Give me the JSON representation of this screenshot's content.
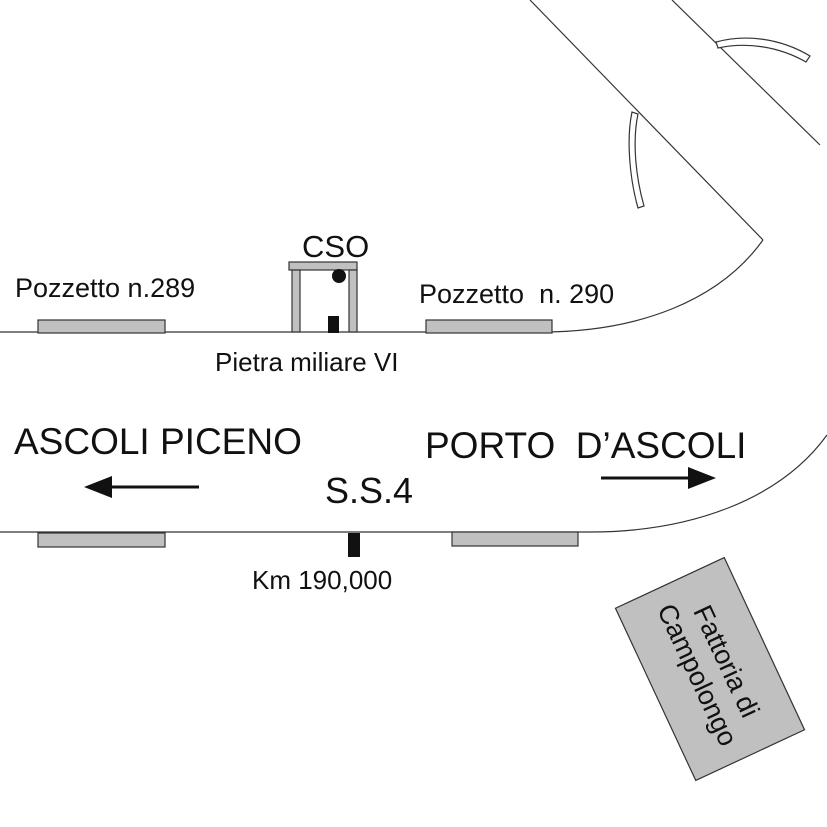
{
  "labels": {
    "cso": "CSO",
    "pozzetto_289": "Pozzetto n.289",
    "pozzetto_290": "Pozzetto  n. 290",
    "pietra_miliare": "Pietra miliare VI",
    "ascoli_piceno": "ASCOLI PICENO",
    "porto_dascoli": "PORTO  D’ASCOLI",
    "road_name": "S.S.4",
    "km_marker": "Km 190,000",
    "fattoria_line1": "Fattoria di",
    "fattoria_line2": "Campolongo"
  },
  "colors": {
    "slab_fill": "#c0c0c0",
    "farm_fill": "#c0c0c0",
    "line": "#333333",
    "text": "#111111"
  },
  "icons": {
    "arrow_left": "arrow-left-icon",
    "arrow_right": "arrow-right-icon"
  }
}
